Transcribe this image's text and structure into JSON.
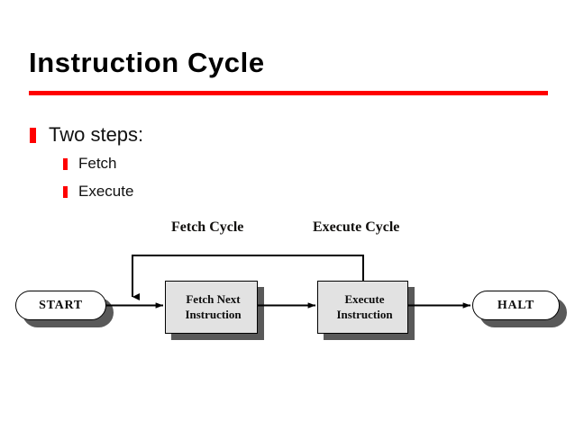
{
  "slide": {
    "title": "Instruction Cycle",
    "accent_color": "#ff0000",
    "background_color": "#ffffff",
    "text_color": "#111111"
  },
  "bullets": [
    {
      "level": 1,
      "text": "Two steps:"
    },
    {
      "level": 2,
      "text": "Fetch"
    },
    {
      "level": 2,
      "text": "Execute"
    }
  ],
  "diagram": {
    "type": "flowchart",
    "labels": {
      "fetch_cycle": "Fetch Cycle",
      "execute_cycle": "Execute Cycle"
    },
    "nodes": {
      "start": "START",
      "fetch": "Fetch Next\nInstruction",
      "execute": "Execute\nInstruction",
      "halt": "HALT"
    },
    "colors": {
      "box_fill": "#e2e2e2",
      "box_border": "#000000",
      "shadow": "#595959",
      "pill_fill": "#ffffff",
      "connector": "#000000"
    }
  }
}
